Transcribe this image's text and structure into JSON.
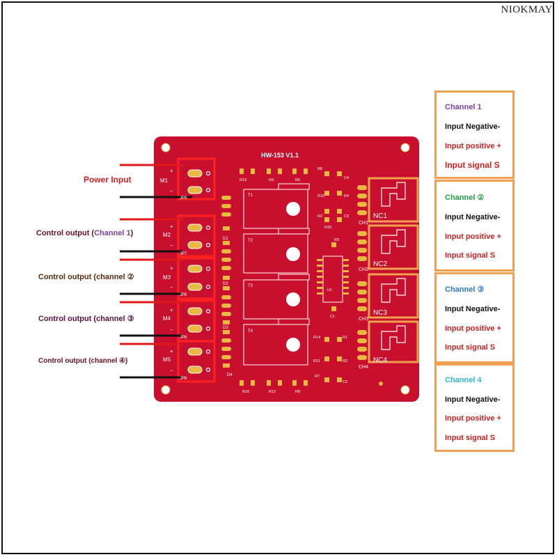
{
  "watermark": "NIOKMAY",
  "board": {
    "title": "HW-153 V1.1",
    "m_labels": [
      "M1",
      "M2",
      "M3",
      "M4",
      "M5"
    ],
    "jp_labels": [
      "JP9",
      "JP7",
      "JP6",
      "JP8",
      "JP8"
    ],
    "ch_labels": [
      "CH1",
      "CH2",
      "CH3",
      "CH4"
    ],
    "nc_labels": [
      "NC1",
      "NC2",
      "NC3",
      "NC4"
    ],
    "t_labels": [
      "T1",
      "T2",
      "T3",
      "T4"
    ],
    "d_labels": [
      "D1",
      "D2",
      "D3",
      "D4"
    ],
    "top_r": [
      "R13",
      "R9",
      "R5"
    ],
    "bot_r": [
      "R16",
      "R12",
      "R8"
    ],
    "mid_r": [
      "R6",
      "C4",
      "R10",
      "R4",
      "R2",
      "C3",
      "R15",
      "R3",
      "U1",
      "C1",
      "R14",
      "R1",
      "R11",
      "R2",
      "R7",
      "C2"
    ],
    "plus": "+",
    "minus": "−"
  },
  "left_labels": {
    "power_input": "Power Input",
    "ch1_prefix": "Control output (",
    "ch1_name": "Channel 1",
    "ch1_suffix": ")",
    "ch2": "Control output (channel ②",
    "ch3": "Control output (channel ③",
    "ch4": "Control output (channel ④)"
  },
  "channel_boxes": [
    {
      "title": "Channel 1",
      "title_color": "#7a3fa0",
      "neg": "Input Negative-",
      "pos": "Input positive +",
      "sig": "Input signal S"
    },
    {
      "title": "Channel ②",
      "title_color": "#22a040",
      "neg": "Input Negative-",
      "pos": "Input positive +",
      "sig": "Input signal S"
    },
    {
      "title": "Channel ③",
      "title_color": "#2a78c8",
      "neg": "Input Negative-",
      "pos": "Input positive +",
      "sig": "Input signal S"
    },
    {
      "title": "Channel 4",
      "title_color": "#2fb8d0",
      "neg": "Input Negative-",
      "pos": "Input positive +",
      "sig": "Input signal S"
    }
  ],
  "colors": {
    "pcb": "#c8102e",
    "pad": "#e8b840",
    "accent": "#f0a050",
    "red_label": "#d02020",
    "dark_label": "#6a1020"
  }
}
